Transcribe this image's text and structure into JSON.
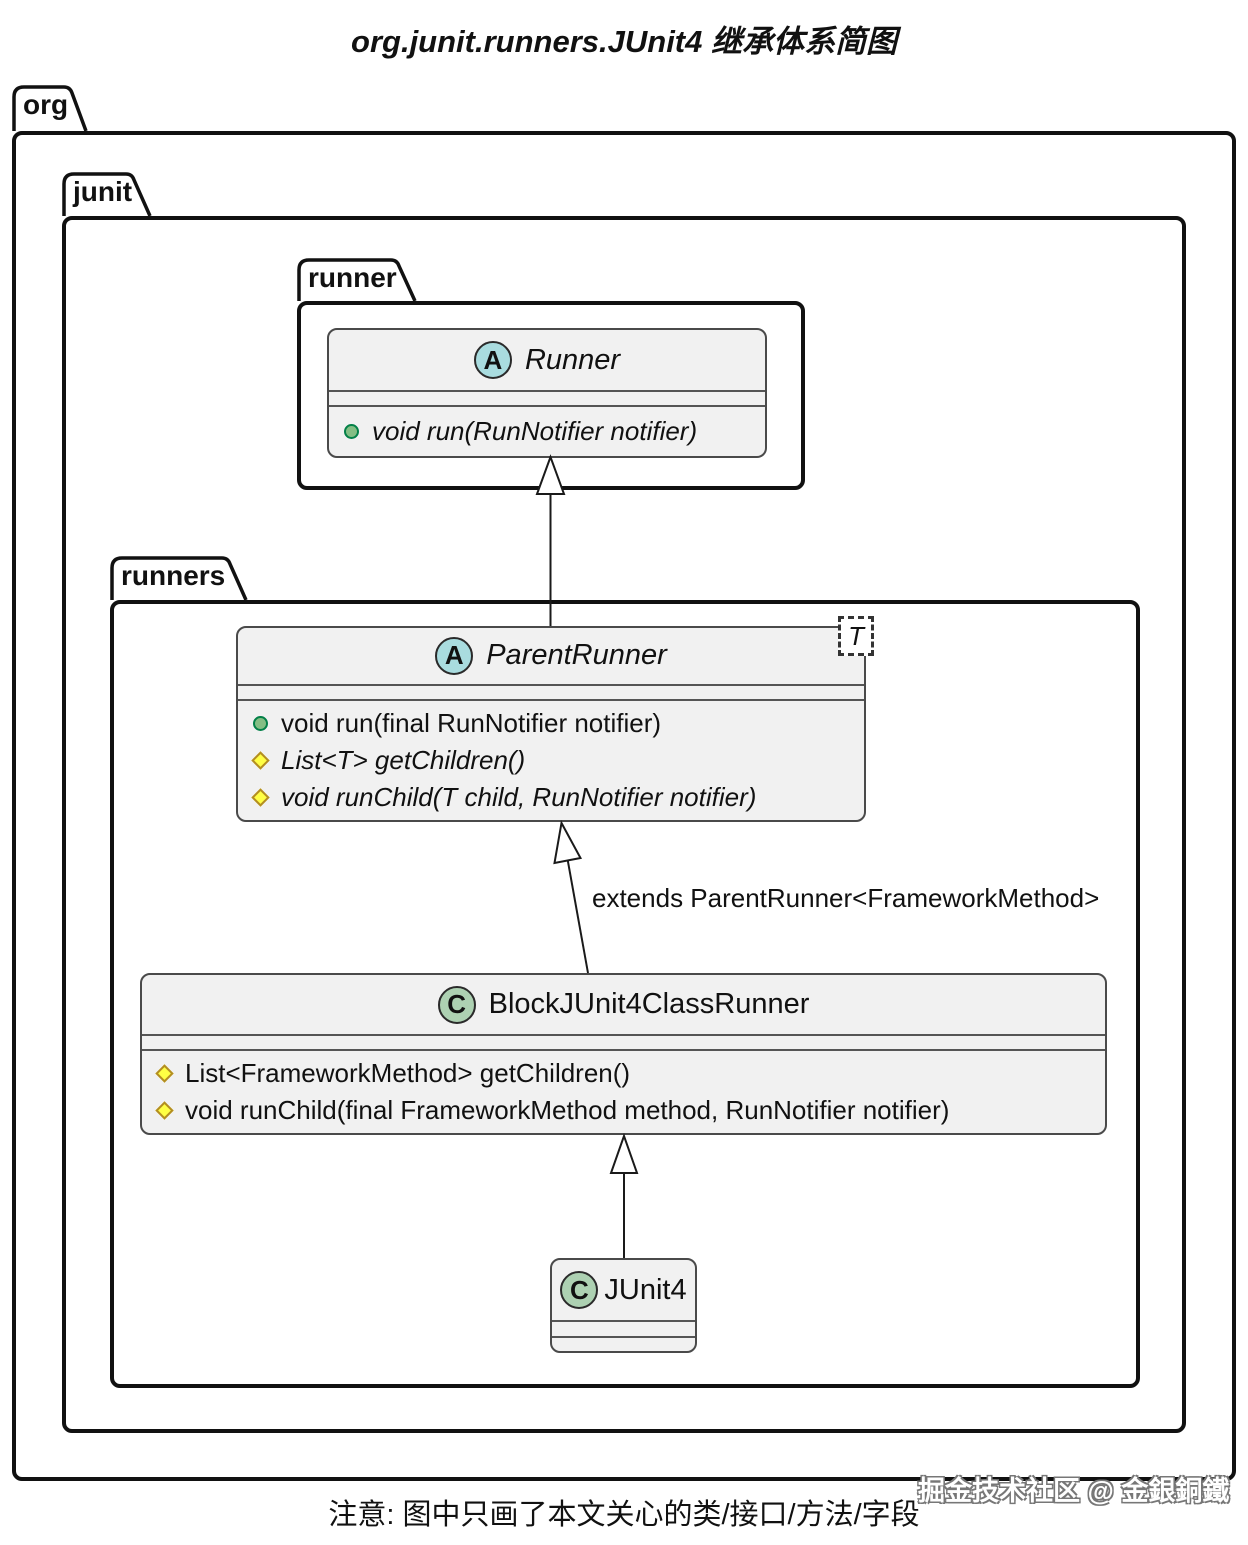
{
  "title": "org.junit.runners.JUnit4 继承体系简图",
  "packages": {
    "org": {
      "label": "org"
    },
    "junit": {
      "label": "junit"
    },
    "runner": {
      "label": "runner"
    },
    "runners": {
      "label": "runners"
    }
  },
  "classes": {
    "runner": {
      "stereotype": "A",
      "kind": "abstract",
      "name": "Runner",
      "methods": [
        {
          "visibility": "public",
          "text": "void run(RunNotifier notifier)",
          "italic": true
        }
      ]
    },
    "parent_runner": {
      "stereotype": "A",
      "kind": "abstract",
      "name": "ParentRunner",
      "generic": "T",
      "methods": [
        {
          "visibility": "public",
          "text": "void run(final RunNotifier notifier)",
          "italic": false
        },
        {
          "visibility": "protected",
          "text": "List<T> getChildren()",
          "italic": true
        },
        {
          "visibility": "protected",
          "text": "void runChild(T child, RunNotifier notifier)",
          "italic": true
        }
      ]
    },
    "block_junit4_class_runner": {
      "stereotype": "C",
      "kind": "class",
      "name": "BlockJUnit4ClassRunner",
      "methods": [
        {
          "visibility": "protected",
          "text": "List<FrameworkMethod> getChildren()",
          "italic": false
        },
        {
          "visibility": "protected",
          "text": "void runChild(final FrameworkMethod method, RunNotifier notifier)",
          "italic": false
        }
      ]
    },
    "junit4": {
      "stereotype": "C",
      "kind": "class",
      "name": "JUnit4",
      "methods": []
    }
  },
  "edges": {
    "block_extends_parent_label": "extends ParentRunner<FrameworkMethod>"
  },
  "note": "注意: 图中只画了本文关心的类/接口/方法/字段",
  "watermark": "掘金技术社区 @ 金銀銅鐵",
  "colors": {
    "abstract_badge": "#A9DCDF",
    "class_badge": "#ADD1B2",
    "public_bullet": "#84BE84",
    "protected_bullet": "#FFFF44",
    "class_fill": "#f1f1f1",
    "border": "#111111"
  }
}
